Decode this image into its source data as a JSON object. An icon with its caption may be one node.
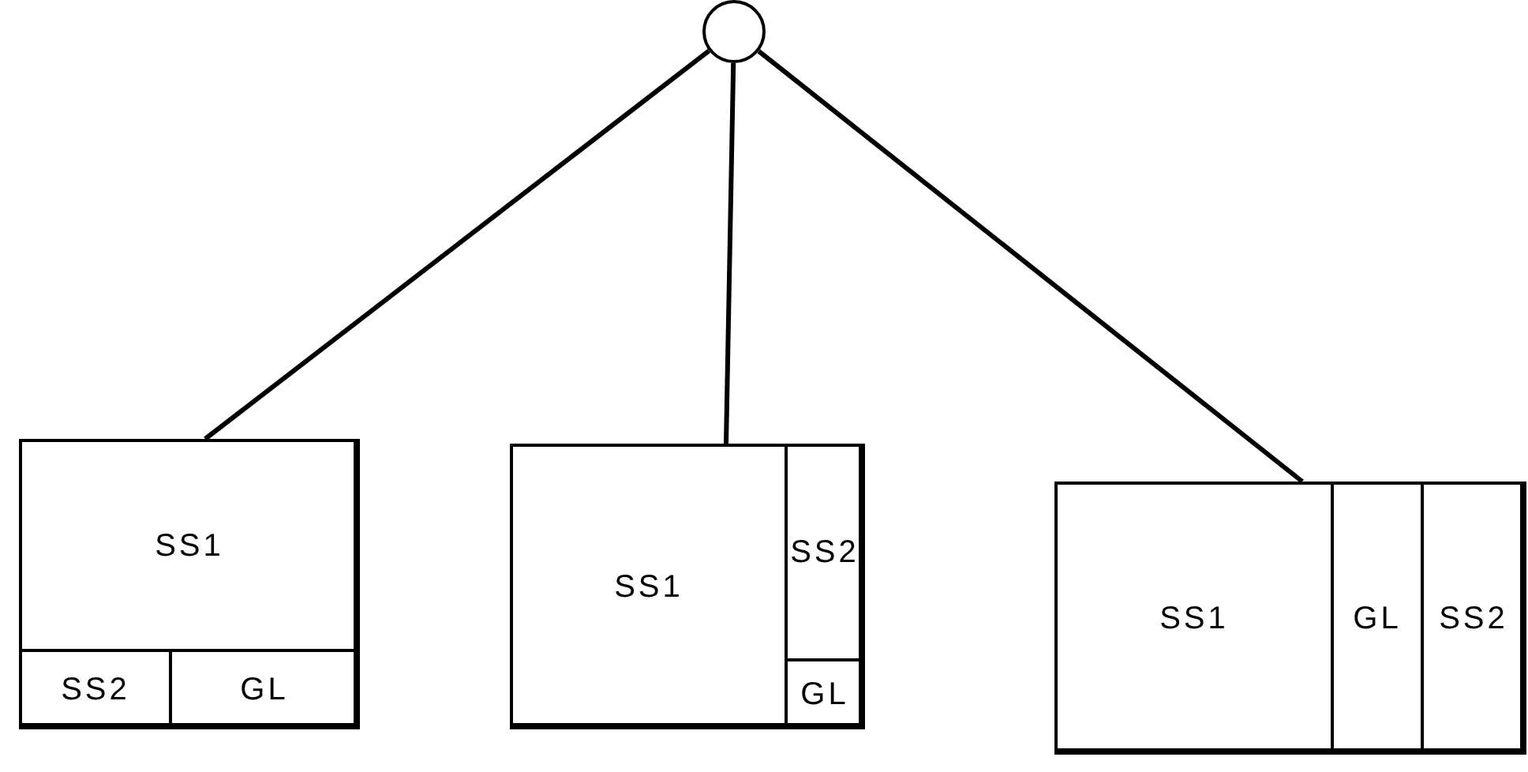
{
  "diagram": {
    "nodes": [
      {
        "text": [],
        "shape": "circle"
      },
      {
        "text": [],
        "shape": "box"
      },
      {
        "text": [
          "SS1"
        ],
        "in": 1
      },
      {
        "text": [
          "SS2"
        ],
        "in": 1
      },
      {
        "text": [
          "GL"
        ],
        "in": 1
      },
      {
        "text": [],
        "shape": "box"
      },
      {
        "text": [
          "SS1"
        ],
        "in": 5
      },
      {
        "text": [
          "SS2"
        ],
        "in": 5
      },
      {
        "text": [
          "GL"
        ],
        "in": 5
      },
      {
        "text": [],
        "shape": "box"
      },
      {
        "text": [
          "SS1"
        ],
        "in": 9
      },
      {
        "text": [
          "GL"
        ],
        "in": 9
      },
      {
        "text": [
          "SS2"
        ],
        "in": 9
      }
    ],
    "edges": [
      {
        "from": 0,
        "to": 1,
        "arrow": "none"
      },
      {
        "from": 0,
        "to": 5,
        "arrow": "none"
      },
      {
        "from": 0,
        "to": 9,
        "arrow": "none"
      }
    ]
  }
}
